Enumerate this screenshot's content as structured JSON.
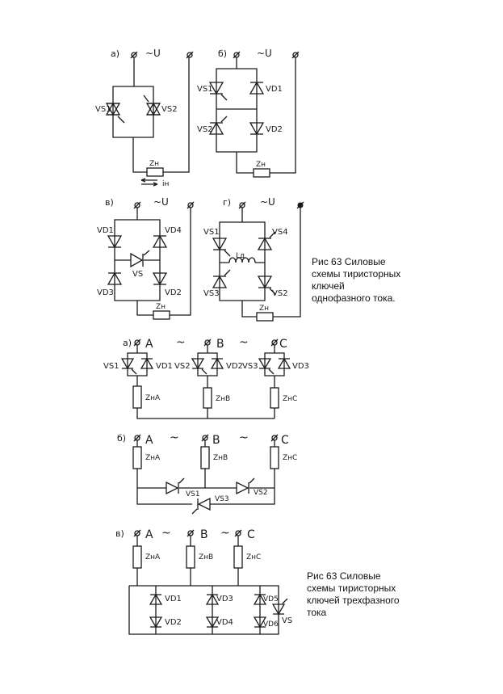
{
  "captions": {
    "single_phase": "Рис 63 Силовые\nсхемы тиристорных\nключей\nоднофазного тока.",
    "three_phase": "Рис 63 Силовые\nсхемы тиристорных\nключей трехфазного\nтока"
  },
  "single_phase": {
    "supply": "~U",
    "a": {
      "letter": "а)",
      "vs1": "VS1",
      "vs2": "VS2",
      "load": "Zн",
      "current": "iн"
    },
    "b": {
      "letter": "б)",
      "vs1": "VS1",
      "vd1": "VD1",
      "vs2": "VS2",
      "vd2": "VD2",
      "load": "Zн"
    },
    "v": {
      "letter": "в)",
      "vd1": "VD1",
      "vd4": "VD4",
      "vs": "VS",
      "vd3": "VD3",
      "vd2": "VD2",
      "load": "Zн"
    },
    "g": {
      "letter": "г)",
      "vs1": "VS1",
      "vs4": "VS4",
      "ld": "Lд",
      "vs3": "VS3",
      "vs2": "VS2",
      "load": "Zн"
    }
  },
  "three_phase": {
    "tilde": "~",
    "a": {
      "letter": "а)",
      "phase_a": "A",
      "phase_b": "B",
      "phase_c": "C",
      "vs1": "VS1",
      "vd1": "VD1",
      "vs2": "VS2",
      "vd2": "VD2",
      "vs3": "VS3",
      "vd3": "VD3",
      "zna": "ZнA",
      "znb": "ZнB",
      "znc": "ZнC"
    },
    "b": {
      "letter": "б)",
      "phase_a": "A",
      "phase_b": "B",
      "phase_c": "C",
      "zna": "ZнA",
      "znb": "ZнB",
      "znc": "ZнC",
      "vs1": "VS1",
      "vs2": "VS2",
      "vs3": "VS3"
    },
    "v": {
      "letter": "в)",
      "phase_a": "A",
      "phase_b": "B",
      "phase_c": "C",
      "zna": "ZнA",
      "znb": "ZнB",
      "znc": "ZнC",
      "vd1": "VD1",
      "vd2": "VD2",
      "vd3": "VD3",
      "vd4": "VD4",
      "vd5": "VD5",
      "vd6": "VD6",
      "vs": "VS"
    }
  }
}
